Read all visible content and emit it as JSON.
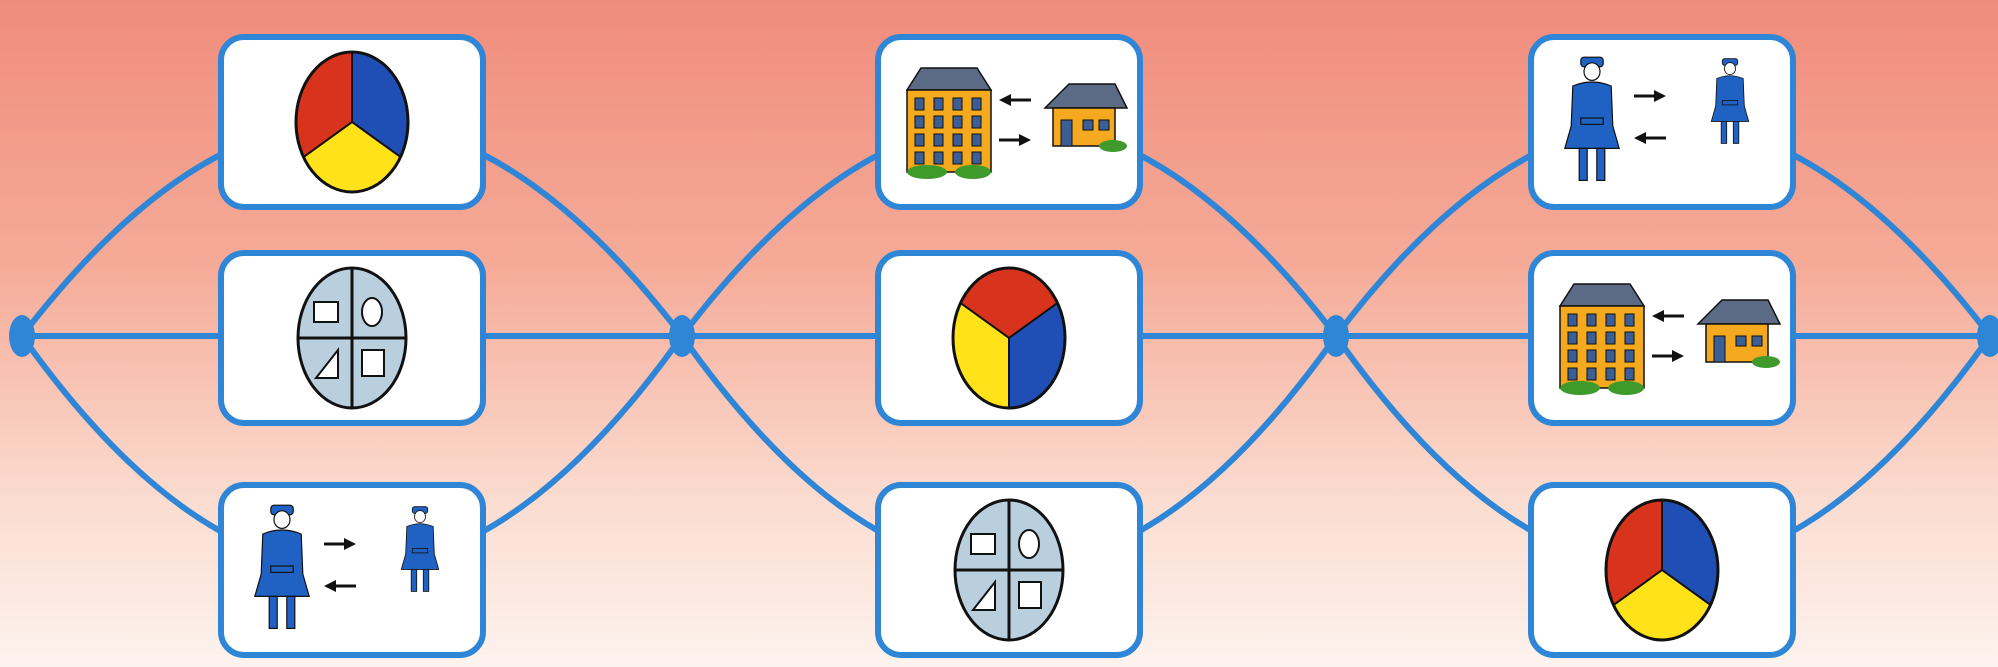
{
  "colors": {
    "line": "#2f86d6",
    "node": "#2f86d6",
    "card_border": "#2f86d6",
    "card_fill": "#ffffff",
    "red": "#d8331c",
    "blue": "#1f4fb5",
    "yellow": "#ffe21a",
    "shape_grey": "#b9cfdd",
    "uniform": "#1f62c4",
    "building": "#f4a91f",
    "roof": "#5b6b86",
    "bush": "#3d9a2b"
  },
  "diagram": {
    "nodes": [
      "node-1",
      "node-2",
      "node-3",
      "node-4"
    ],
    "columns": [
      {
        "cards": [
          "pie-red-blue-yellow-icon",
          "shape-sorter-icon",
          "uniform-exchange-icon"
        ]
      },
      {
        "cards": [
          "houses-exchange-icon",
          "pie-red-yellow-blue-icon",
          "shape-sorter-icon"
        ]
      },
      {
        "cards": [
          "uniform-exchange-icon",
          "houses-exchange-icon",
          "pie-red-blue-yellow-icon"
        ]
      }
    ]
  }
}
